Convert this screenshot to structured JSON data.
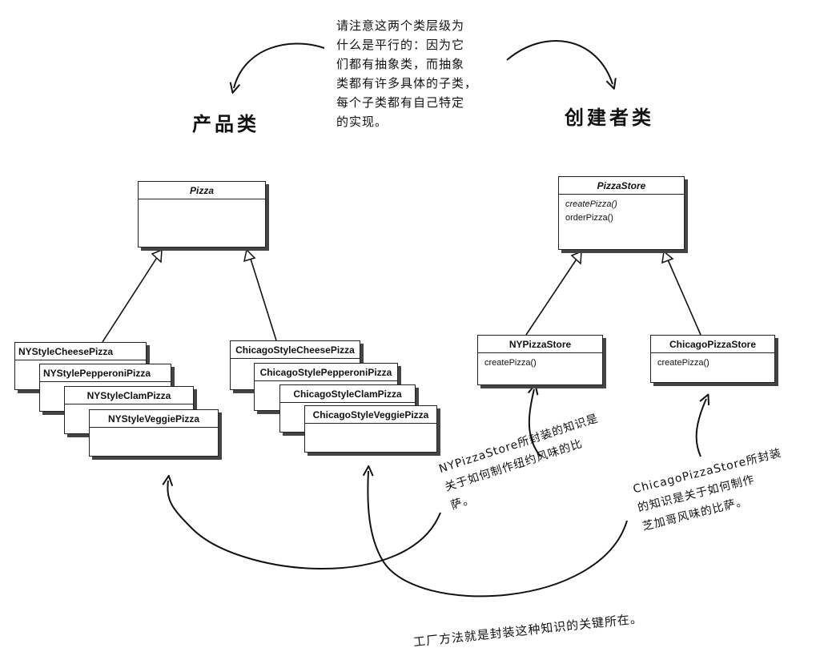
{
  "top_note": "请注意这两个类层级为什么是平行的：因为它们都有抽象类，而抽象类都有许多具体的子类，每个子类都有自己特定的实现。",
  "top_note_lines": [
    "请注意这两个类层级为",
    "什么是平行的：因为它",
    "们都有抽象类，而抽象",
    "类都有许多具体的子类，",
    "每个子类都有自己特定",
    "的实现。"
  ],
  "product_label": "产品类",
  "creator_label": "创建者类",
  "product_hierarchy": {
    "abstract_class": "Pizza",
    "ny_group": [
      "NYStyleCheesePizza",
      "NYStylePepperoniPizza",
      "NYStyleClamPizza",
      "NYStyleVeggiePizza"
    ],
    "chicago_group": [
      "ChicagoStyleCheesePizza",
      "ChicagoStylePepperoniPizza",
      "ChicagoStyleClamPizza",
      "ChicagoStyleVeggiePizza"
    ]
  },
  "creator_hierarchy": {
    "abstract_class": "PizzaStore",
    "abstract_ops": [
      "createPizza()",
      "orderPizza()"
    ],
    "ny_store": {
      "name": "NYPizzaStore",
      "ops": [
        "createPizza()"
      ]
    },
    "chicago_store": {
      "name": "ChicagoPizzaStore",
      "ops": [
        "createPizza()"
      ]
    }
  },
  "ny_note_lines": [
    "NYPizzaStore所封装的知识是",
    "关于如何制作纽约风味的比",
    "萨。"
  ],
  "chicago_note_lines": [
    "ChicagoPizzaStore所封装",
    "的知识是关于如何制作",
    "芝加哥风味的比萨。"
  ],
  "bottom_note": "工厂方法就是封装这种知识的关键所在。"
}
